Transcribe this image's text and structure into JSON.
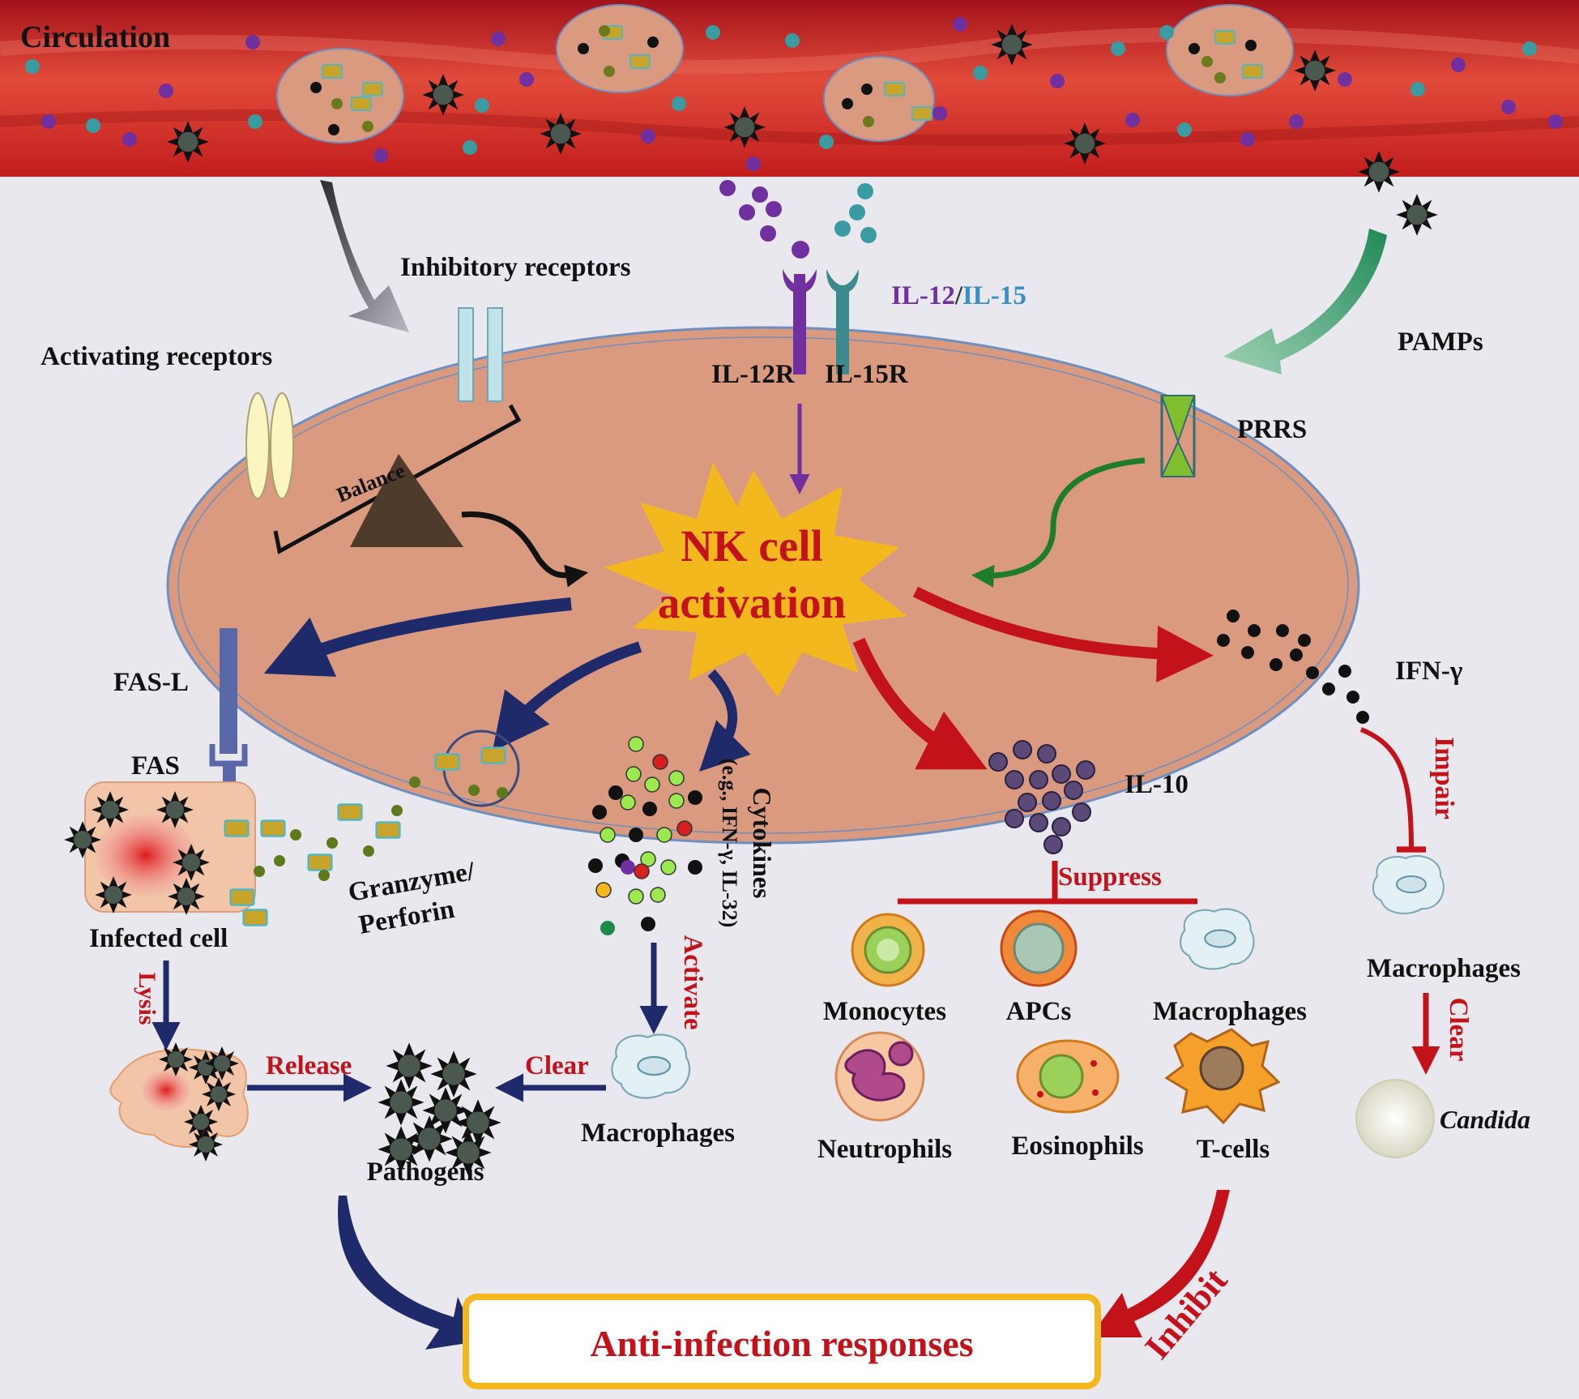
{
  "labels": {
    "circulation": "Circulation",
    "inhibitory_receptors": "Inhibitory receptors",
    "activating_receptors": "Activating receptors",
    "balance": "Balance",
    "il12": "IL-12",
    "slash": "/",
    "il15": "IL-15",
    "il12r": "IL-12R",
    "il15r": "IL-15R",
    "pamps": "PAMPs",
    "prrs": "PRRS",
    "nk_line1": "NK cell",
    "nk_line2": "activation",
    "fasl": "FAS-L",
    "fas": "FAS",
    "infected_cell": "Infected cell",
    "granzyme": "Granzyme/",
    "perforin": "Perforin",
    "cytokines": "Cytokines",
    "cytokines_eg": "(e.g., IFN-γ, IL-32)",
    "activate": "Activate",
    "ifn_gamma": "IFN-γ",
    "impair": "Impair",
    "il10": "IL-10",
    "suppress": "Suppress",
    "monocytes": "Monocytes",
    "apcs": "APCs",
    "macrophages": "Macrophages",
    "neutrophils": "Neutrophils",
    "eosinophils": "Eosinophils",
    "tcells": "T-cells",
    "clear": "Clear",
    "candida": "Candida",
    "lysis": "Lysis",
    "release": "Release",
    "pathogens": "Pathogens",
    "inhibit": "Inhibit",
    "anti_infection": "Anti-infection responses"
  },
  "colors": {
    "vessel_red": "#c81e1e",
    "nk_cell": "#d99a80",
    "il12": "#7030a0",
    "il15": "#3a8fc4",
    "navy_arrow": "#1f2a6b",
    "red_arrow": "#c4121a",
    "green_arrow": "#1e7d2a",
    "burst": "#f3b81e"
  }
}
